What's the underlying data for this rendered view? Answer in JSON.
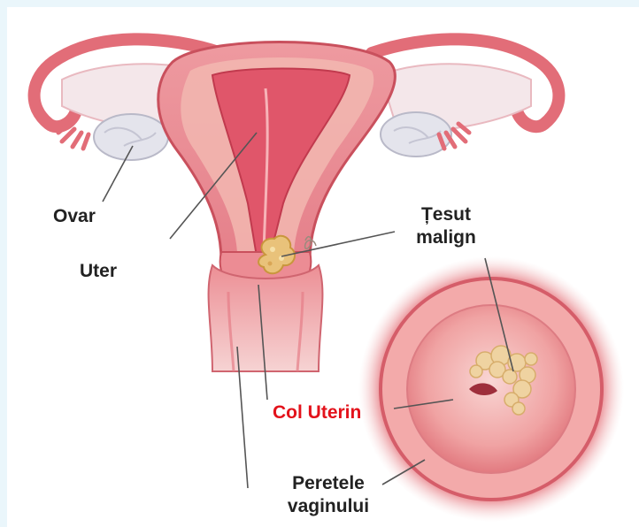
{
  "labels": {
    "ovar": "Ovar",
    "uter": "Uter",
    "tesut_malign_line1": "Țesut",
    "tesut_malign_line2": "malign",
    "col_uterin": "Col Uterin",
    "peretele_line1": "Peretele",
    "peretele_line2": "vaginului"
  },
  "colors": {
    "highlight_label": "#e3121b",
    "label_text": "#222222",
    "tissue_pink": "#e8838a",
    "tissue_dark": "#c63f4f",
    "tumor": "#e9c27a",
    "ovary": "#e4e4ec",
    "background_frame": "#eaf6fb"
  }
}
